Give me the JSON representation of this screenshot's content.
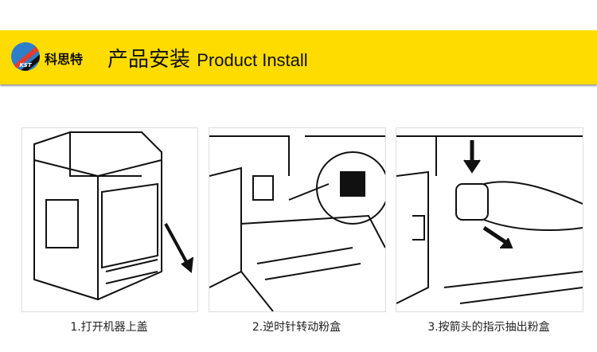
{
  "header": {
    "logo_text": "KST",
    "brand": "科思特",
    "title_cn": "产品安装",
    "title_en": "Product Install"
  },
  "steps": [
    {
      "caption": "1.打开机器上盖"
    },
    {
      "caption": "2.逆时针转动粉盒"
    },
    {
      "caption": "3.按箭头的指示抽出粉盒"
    }
  ]
}
